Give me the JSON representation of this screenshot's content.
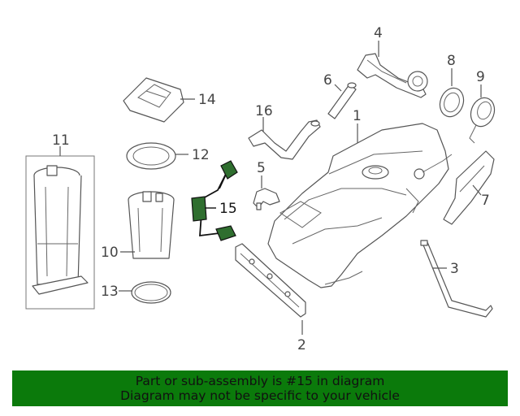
{
  "callouts": {
    "c1": "1",
    "c2": "2",
    "c3": "3",
    "c4": "4",
    "c5": "5",
    "c6": "6",
    "c7": "7",
    "c8": "8",
    "c9": "9",
    "c10": "10",
    "c11": "11",
    "c12": "12",
    "c13": "13",
    "c14": "14",
    "c15": "15",
    "c16": "16"
  },
  "highlight_part": "15",
  "colors": {
    "highlight_green": "#2f6e2f",
    "banner_green": "#0b7a0b",
    "line_gray": "#555555"
  },
  "banner": {
    "line1": "Part or sub-assembly is #15 in diagram",
    "line2": "Diagram may not be specific to your vehicle"
  }
}
